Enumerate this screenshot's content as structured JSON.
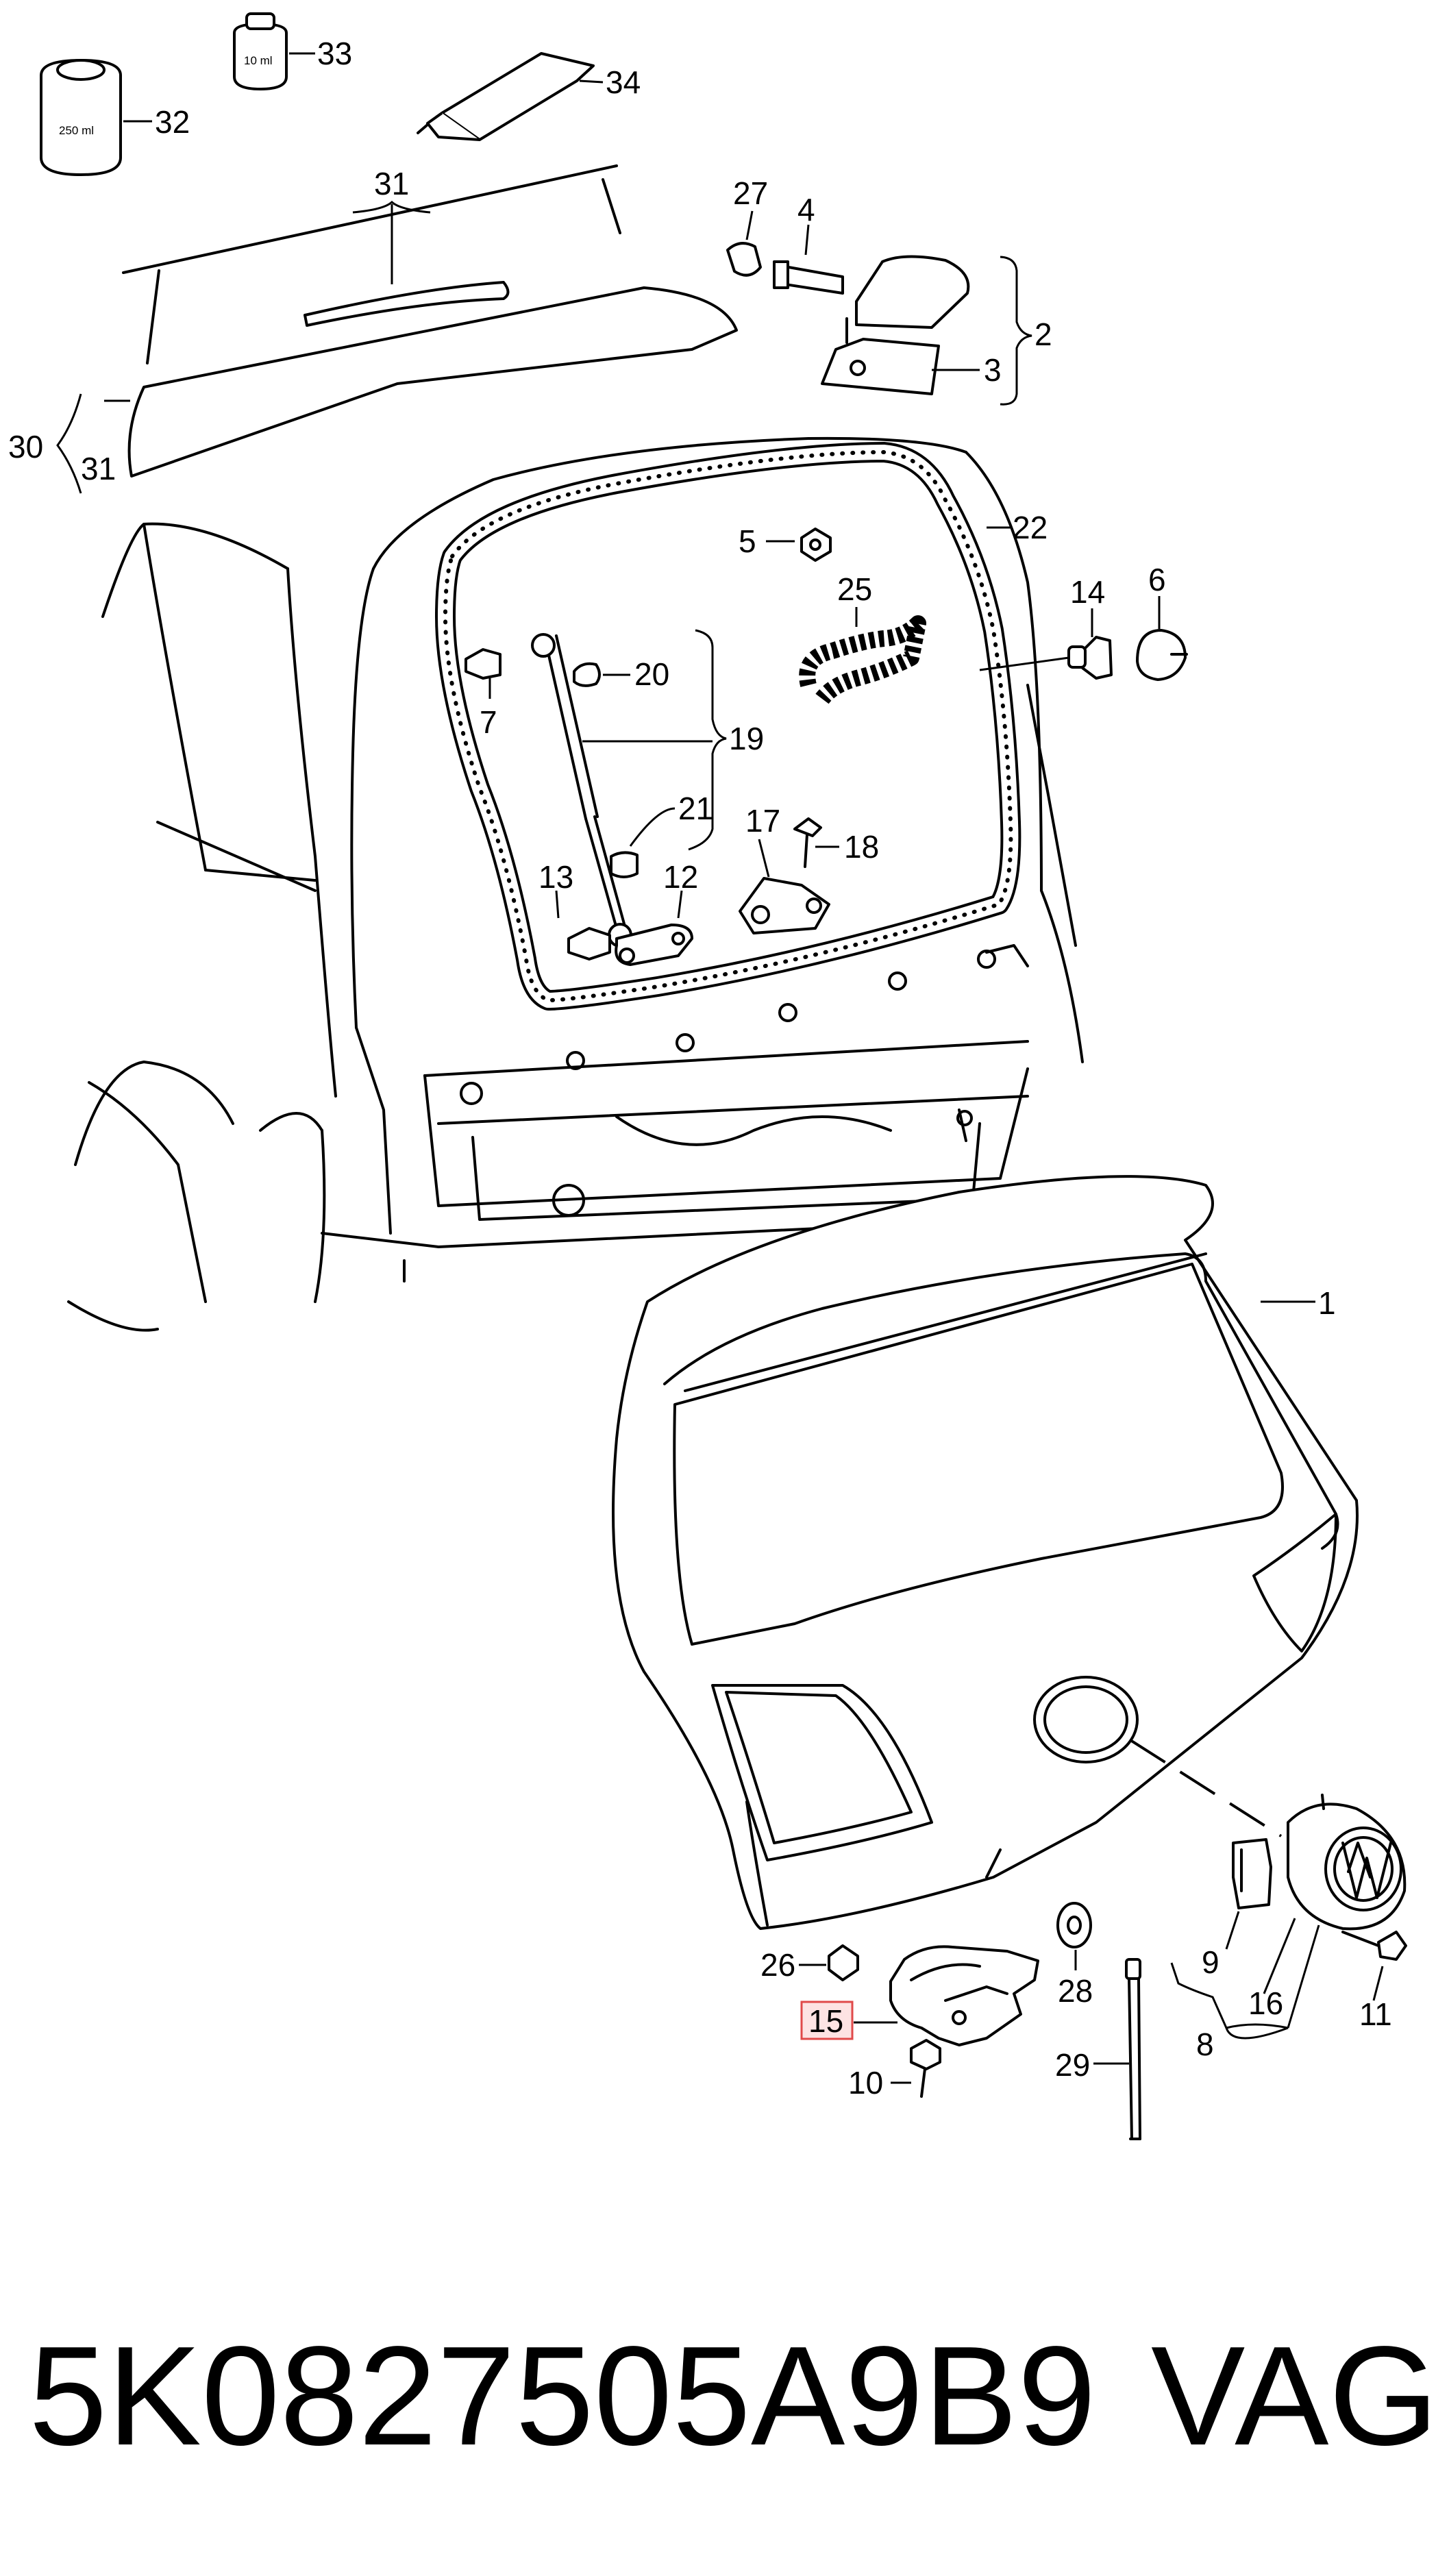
{
  "diagram": {
    "labels": [
      {
        "id": "33",
        "text": "33"
      },
      {
        "id": "32",
        "text": "32"
      },
      {
        "id": "34",
        "text": "34"
      },
      {
        "id": "31-top",
        "text": "31"
      },
      {
        "id": "30",
        "text": "30"
      },
      {
        "id": "31-left",
        "text": "31"
      },
      {
        "id": "27",
        "text": "27"
      },
      {
        "id": "4",
        "text": "4"
      },
      {
        "id": "2",
        "text": "2"
      },
      {
        "id": "3",
        "text": "3"
      },
      {
        "id": "5",
        "text": "5"
      },
      {
        "id": "22",
        "text": "22"
      },
      {
        "id": "25",
        "text": "25"
      },
      {
        "id": "14",
        "text": "14"
      },
      {
        "id": "6",
        "text": "6"
      },
      {
        "id": "20",
        "text": "20"
      },
      {
        "id": "7",
        "text": "7"
      },
      {
        "id": "19",
        "text": "19"
      },
      {
        "id": "21",
        "text": "21"
      },
      {
        "id": "17",
        "text": "17"
      },
      {
        "id": "18",
        "text": "18"
      },
      {
        "id": "13",
        "text": "13"
      },
      {
        "id": "12",
        "text": "12"
      },
      {
        "id": "1",
        "text": "1"
      },
      {
        "id": "26",
        "text": "26"
      },
      {
        "id": "15",
        "text": "15"
      },
      {
        "id": "10",
        "text": "10"
      },
      {
        "id": "28",
        "text": "28"
      },
      {
        "id": "29",
        "text": "29"
      },
      {
        "id": "9",
        "text": "9"
      },
      {
        "id": "16",
        "text": "16"
      },
      {
        "id": "11",
        "text": "11"
      },
      {
        "id": "8",
        "text": "8"
      }
    ],
    "container_33_volume": "10 ml",
    "container_32_volume": "250 ml",
    "highlighted_part": "15"
  },
  "footer": {
    "part_number": "5K0827505A9B9",
    "brand": "VAG"
  }
}
